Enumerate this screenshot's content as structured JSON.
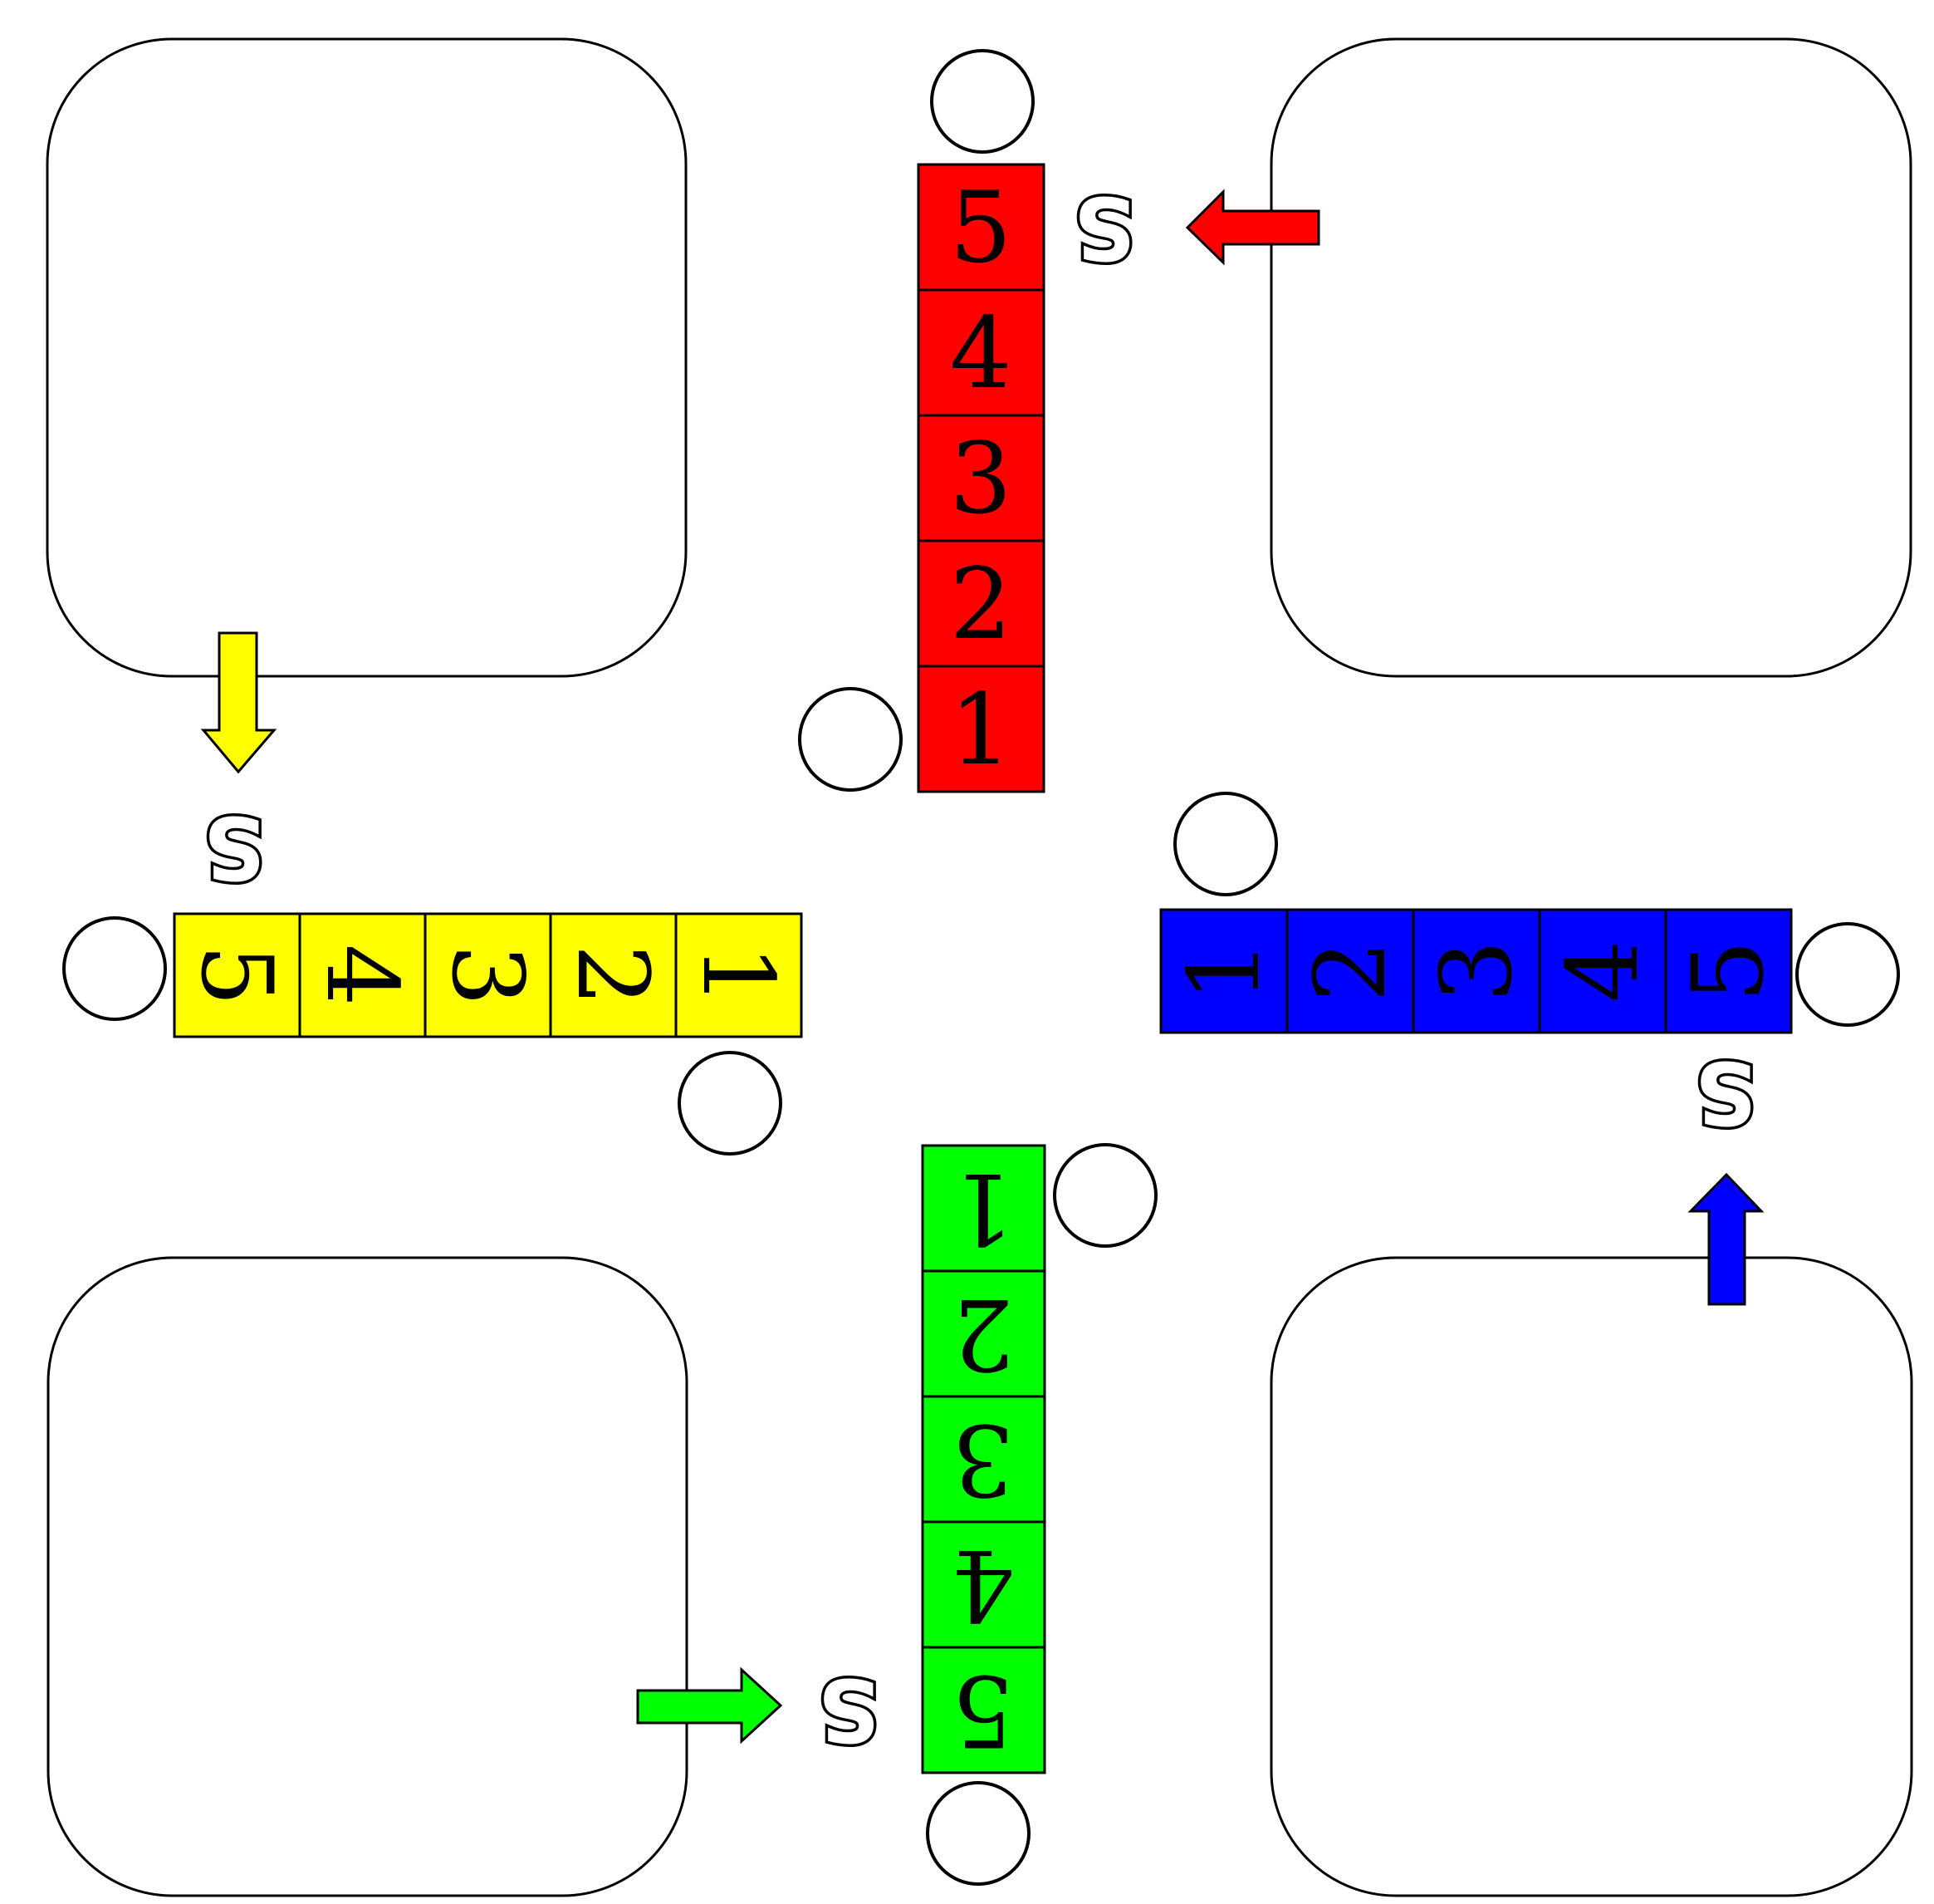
{
  "board": {
    "start_marker": "S",
    "home_areas": [
      "home-top-left",
      "home-top-right",
      "home-bottom-left",
      "home-bottom-right"
    ],
    "tracks": [
      {
        "color_name": "red",
        "color": "#ff0000",
        "labels": [
          "5",
          "4",
          "3",
          "2",
          "1"
        ],
        "orientation": "upright"
      },
      {
        "color_name": "yellow",
        "color": "#ffff00",
        "labels": [
          "5",
          "4",
          "3",
          "2",
          "1"
        ],
        "orientation": "rotated-right"
      },
      {
        "color_name": "blue",
        "color": "#0000ff",
        "labels": [
          "1",
          "2",
          "3",
          "4",
          "5"
        ],
        "orientation": "rotated-left"
      },
      {
        "color_name": "green",
        "color": "#00ff00",
        "labels": [
          "1",
          "2",
          "3",
          "4",
          "5"
        ],
        "orientation": "upside-down"
      }
    ],
    "arrows": [
      {
        "color_name": "red",
        "color": "#ff0000",
        "direction": "left"
      },
      {
        "color_name": "yellow",
        "color": "#ffff00",
        "direction": "down"
      },
      {
        "color_name": "blue",
        "color": "#0000ff",
        "direction": "up"
      },
      {
        "color_name": "green",
        "color": "#00ff00",
        "direction": "right"
      }
    ],
    "circle_count": 8
  }
}
